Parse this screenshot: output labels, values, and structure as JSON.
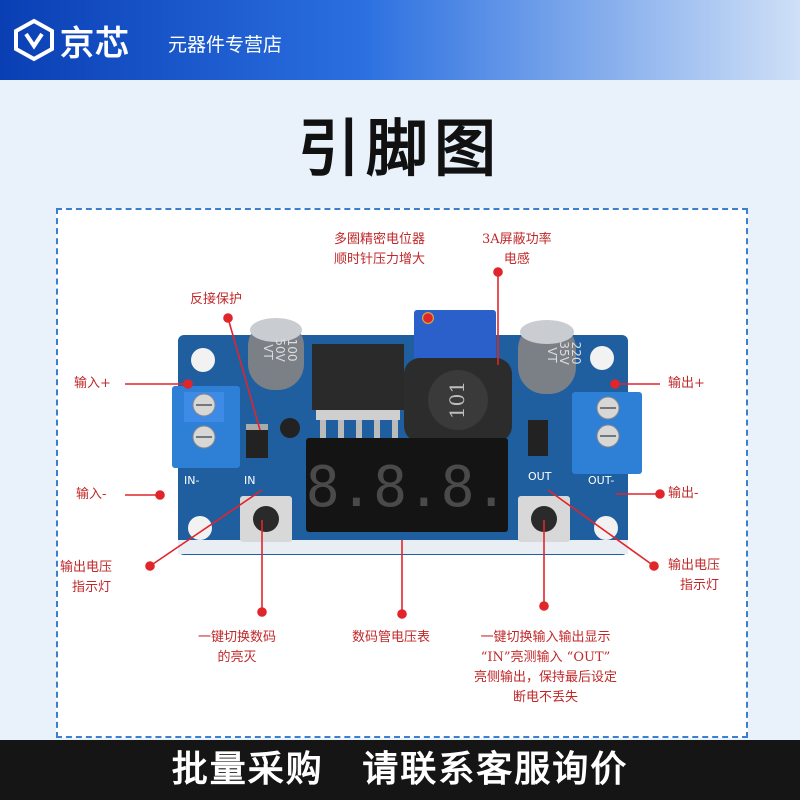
{
  "header": {
    "brand": "京芯",
    "subtitle": "元器件专营店",
    "logo_icon": "jingxin-logo-icon"
  },
  "title": "引脚图",
  "labels": {
    "potentiometer_1": "多圈精密电位器",
    "potentiometer_2": "顺时针压力增大",
    "inductor_1": "3A屏蔽功率",
    "inductor_2": "电感",
    "reverse_protect": "反接保护",
    "input_plus": "输入+",
    "output_plus": "输出+",
    "input_minus": "输入-",
    "output_minus": "输出-",
    "led_left_1": "输出电压",
    "led_left_2": "指示灯",
    "led_right_1": "输出电压",
    "led_right_2": "指示灯",
    "btn_left_1": "一键切换数码",
    "btn_left_2": "的亮灭",
    "display_label": "数码管电压表",
    "btn_right_1": "一键切换输入输出显示",
    "btn_right_2": "“IN”亮测输入 “OUT”",
    "btn_right_3": "亮侧输出，保持最后设定",
    "btn_right_4": "断电不丢失"
  },
  "board": {
    "cap_left": [
      "100",
      "50V",
      "VT"
    ],
    "cap_right": [
      "220",
      "35V",
      "VT"
    ],
    "inductor": "101",
    "display": "8.8.8.",
    "in_marks": [
      "IN",
      "IN-"
    ],
    "out_marks": [
      "OUT",
      "OUT-"
    ]
  },
  "footer": {
    "left": "批量采购",
    "right": "请联系客服询价"
  },
  "colors": {
    "label_red": "#c0282a",
    "board_blue": "#1f5fa0",
    "terminal_blue": "#2e7fd6",
    "header_blue": "#0a3fb4"
  }
}
